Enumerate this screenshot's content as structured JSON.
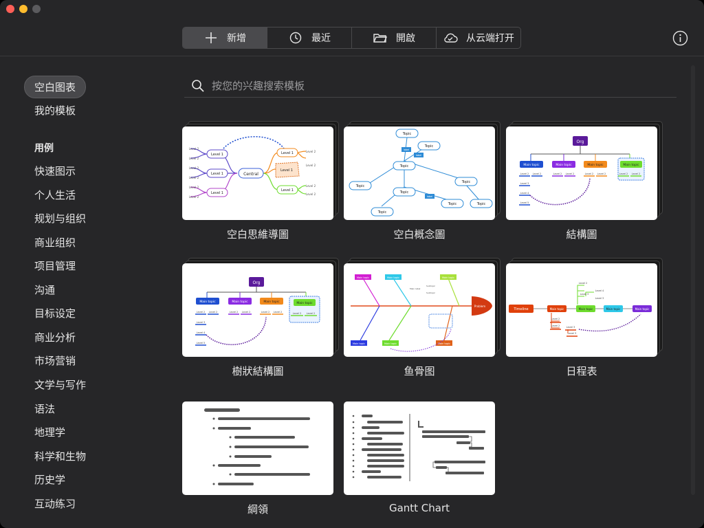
{
  "toolbar": {
    "new_label": "新增",
    "recent_label": "最近",
    "open_label": "開啟",
    "cloud_label": "从云端打开"
  },
  "sidebar": {
    "blank": "空白图表",
    "my_templates": "我的模板",
    "examples_heading": "用例",
    "items": [
      "快速图示",
      "个人生活",
      "规划与组织",
      "商业组织",
      "项目管理",
      "沟通",
      "目标设定",
      "商业分析",
      "市场营销",
      "文学与写作",
      "语法",
      "地理学",
      "科学和生物",
      "历史学",
      "互动练习"
    ]
  },
  "search": {
    "placeholder": "按您的兴趣搜索模板"
  },
  "templates": [
    {
      "label": "空白思維導圖"
    },
    {
      "label": "空白概念圖"
    },
    {
      "label": "結構圖"
    },
    {
      "label": "樹狀結構圖"
    },
    {
      "label": "鱼骨图"
    },
    {
      "label": "日程表"
    },
    {
      "label": "綱領"
    },
    {
      "label": "Gantt Chart"
    }
  ],
  "thumbs": {
    "mindmap": {
      "central": "Central",
      "level1": "Level 1",
      "level2": "Level 2"
    },
    "concept": {
      "topic": "Topic",
      "label": "label"
    },
    "org": {
      "org": "Org",
      "main_topic": "Main topic",
      "level2": "Level 2",
      "level3": "Level 3",
      "level4": "Level 4",
      "level5": "Level 5"
    },
    "fishbone": {
      "problem": "Problem",
      "main_topic": "Main topic",
      "main_label": "Main label",
      "subtopic": "Subtopic"
    },
    "timeline": {
      "timeline": "Timeline",
      "main_topic": "Main topic",
      "level2": "Level 2",
      "level3": "Level 3",
      "level4": "Level 4"
    }
  },
  "colors": {
    "window_bg": "#262628",
    "accent_blue": "#1f6fe0",
    "purple": "#7a2bd8",
    "orange": "#f28a1c",
    "green": "#6edc2e"
  }
}
